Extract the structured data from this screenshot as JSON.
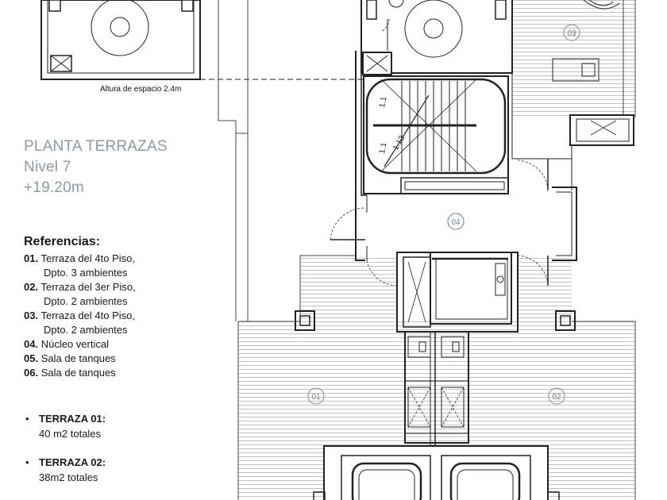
{
  "plan": {
    "height_note": "Altura de espacio 2.4m",
    "marks": [
      "01",
      "02",
      "03",
      "04"
    ],
    "stair_labels": [
      "1.1",
      "1.1",
      "1.13"
    ]
  },
  "title": {
    "line1": "PLANTA TERRAZAS",
    "line2": "Nivel 7",
    "line3": "+19.20m"
  },
  "references": {
    "heading": "Referencias:",
    "items": [
      {
        "num": "01.",
        "line1": "Terraza del 4to Piso,",
        "line2": "Dpto. 3 ambientes"
      },
      {
        "num": "02.",
        "line1": "Terraza del 3er Piso,",
        "line2": "Dpto. 2 ambientes"
      },
      {
        "num": "03.",
        "line1": "Terraza del 4to Piso,",
        "line2": "Dpto. 2 ambientes"
      },
      {
        "num": "04.",
        "line1": "Núcleo vertical"
      },
      {
        "num": "05.",
        "line1": "Sala de tanques"
      },
      {
        "num": "06.",
        "line1": "Sala de tanques"
      }
    ]
  },
  "terraces": [
    {
      "name": "TERRAZA 01:",
      "area": "40 m2 totales"
    },
    {
      "name": "TERRAZA 02:",
      "area": "38m2 totales"
    }
  ]
}
